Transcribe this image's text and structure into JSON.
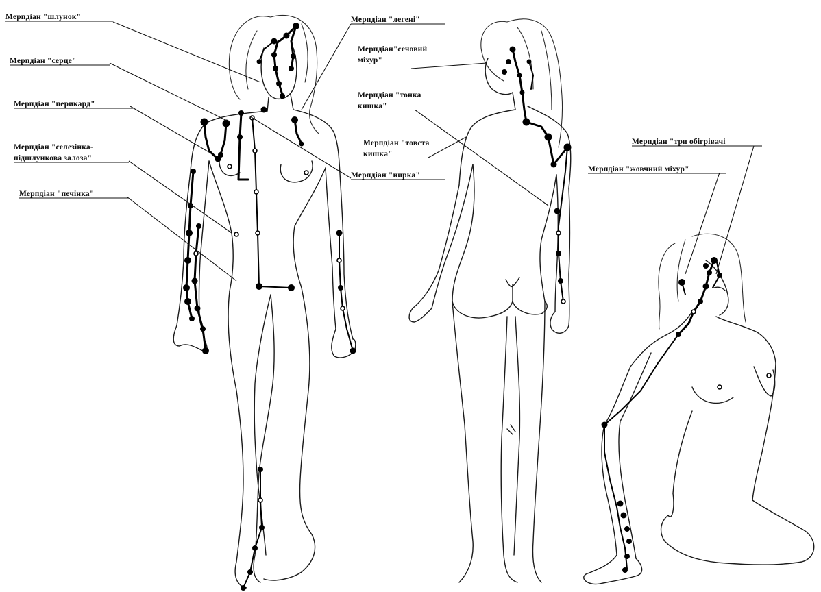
{
  "labels": {
    "lungs_left": "Мерпдіан \"шлунок\"",
    "heart": "Мерпдіан \"серце\"",
    "pericard": "Мерпдіан \"перикард\"",
    "spleen": "Мерпдіан \"селезінка-",
    "spleen_2": "підшлункова залоза\"",
    "liver": "Мерпдіан \"печінка\"",
    "lungs": "Мерпдіан \"легені\"",
    "bladder": "Мерпдіан\"сечовий",
    "bladder_2": "міхур\"",
    "small_int": "Мерпдіан \"тонка",
    "small_int_2": "кишка\"",
    "large_int": "Мерпдіан \"товста",
    "large_int_2": "кишка\"",
    "kidney": "Мерпдіан \"нирка\"",
    "triple": "Мерпдіан \"три обігрівачі",
    "gallbladder": "Мерпдіан \"жовчний міхур\""
  }
}
